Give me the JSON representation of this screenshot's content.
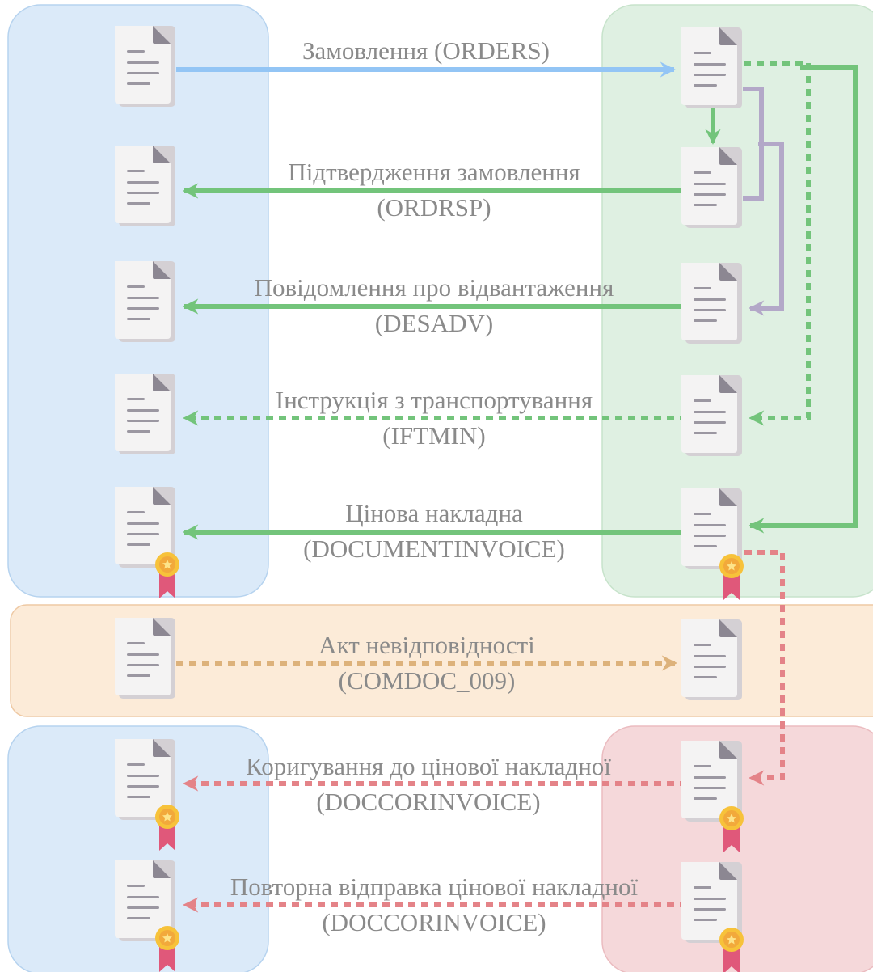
{
  "colors": {
    "buyer_zone": "#dbeaf9",
    "supplier_zone": "#dff0e2",
    "shared_zone": "#fcebd8",
    "correction_zone": "#f5d8da",
    "zone_border_blue": "#b6d3ef",
    "zone_border_green": "#c7e3cb",
    "zone_border_orange": "#eec9a4",
    "zone_border_red": "#ebbcc0",
    "arrow_blue": "#93c5f5",
    "arrow_green": "#73c47b",
    "arrow_purple": "#b3a8c8",
    "arrow_orange": "#ddb27b",
    "arrow_red": "#e48388",
    "label_text": "#8a8a8a"
  },
  "icons": {
    "document": "document-icon",
    "signed_document": "signed-document-icon"
  },
  "messages": [
    {
      "id": "orders",
      "name": "Замовлення (ORDERS)",
      "code": ""
    },
    {
      "id": "ordrsp",
      "name": "Підтвердження замовлення",
      "code": "(ORDRSP)"
    },
    {
      "id": "desadv",
      "name": "Повідомлення про відвантаження",
      "code": "(DESADV)"
    },
    {
      "id": "iftmin",
      "name": "Інструкція з транспортування",
      "code": "(IFTMIN)"
    },
    {
      "id": "documentinvoice",
      "name": "Цінова накладна",
      "code": "(DOCUMENTINVOICE)"
    },
    {
      "id": "comdoc009",
      "name": "Акт невідповідності",
      "code": "(COMDOC_009)"
    },
    {
      "id": "doccorinvoice",
      "name": "Коригування до цінової накладної",
      "code": "(DOCCORINVOICE)"
    },
    {
      "id": "doccorinvoice-resend",
      "name": "Повторна відправка цінової накладної",
      "code": "(DOCCORINVOICE)"
    }
  ]
}
